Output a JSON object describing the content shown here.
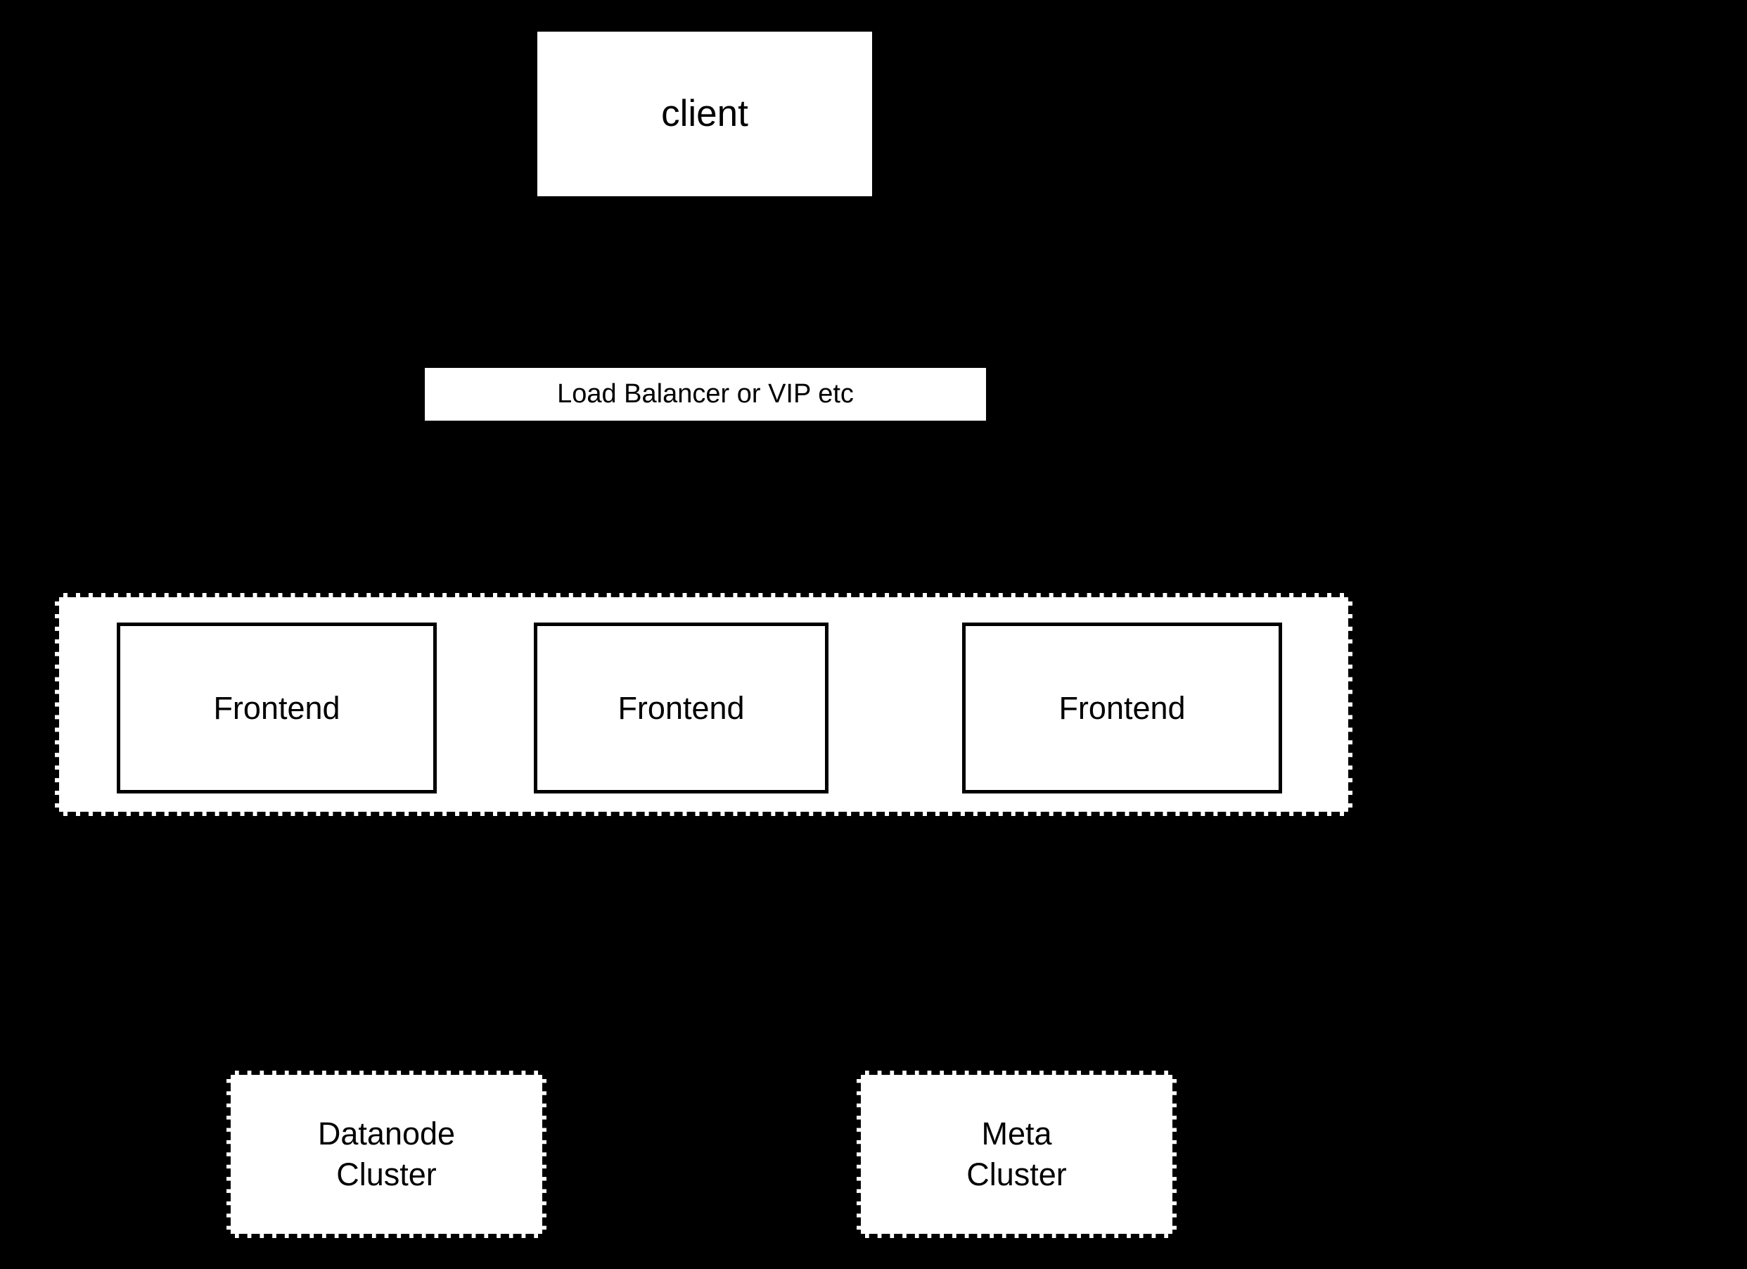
{
  "diagram": {
    "background_color": "#000000",
    "node_fill_color": "#ffffff",
    "node_text_color": "#000000",
    "border_color": "#000000",
    "nodes": {
      "client": {
        "label": "client",
        "style": "solid-fill"
      },
      "load_balancer": {
        "label": "Load Balancer or VIP etc",
        "style": "solid-fill"
      },
      "frontend_cluster": {
        "style": "dashed-border",
        "members": [
          {
            "label": "Frontend"
          },
          {
            "label": "Frontend"
          },
          {
            "label": "Frontend"
          }
        ]
      },
      "datanode_cluster": {
        "label": "Datanode\nCluster",
        "style": "dashed-border"
      },
      "meta_cluster": {
        "label": "Meta\nCluster",
        "style": "dashed-border"
      }
    }
  }
}
